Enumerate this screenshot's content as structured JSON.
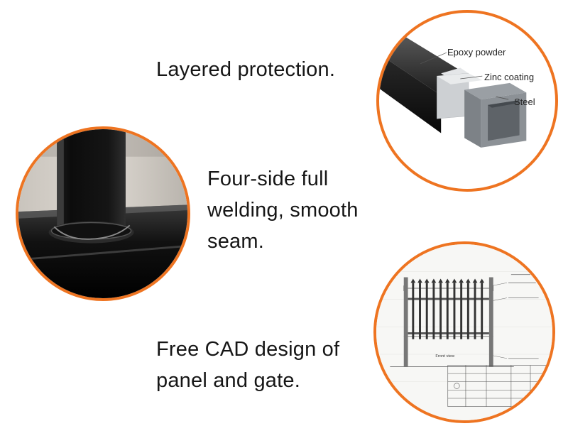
{
  "features": {
    "layered": {
      "text": "Layered protection."
    },
    "welding": {
      "line1": "Four-side full",
      "line2": "welding, smooth",
      "line3": "seam."
    },
    "cad": {
      "line1": "Free CAD design of",
      "line2": "panel and gate."
    }
  },
  "layers": {
    "epoxy": "Epoxy powder",
    "zinc": "Zinc coating",
    "steel": "Steel"
  },
  "cad_drawing": {
    "view_label": "Front view"
  },
  "colors": {
    "accent_ring": "#ee7421"
  }
}
